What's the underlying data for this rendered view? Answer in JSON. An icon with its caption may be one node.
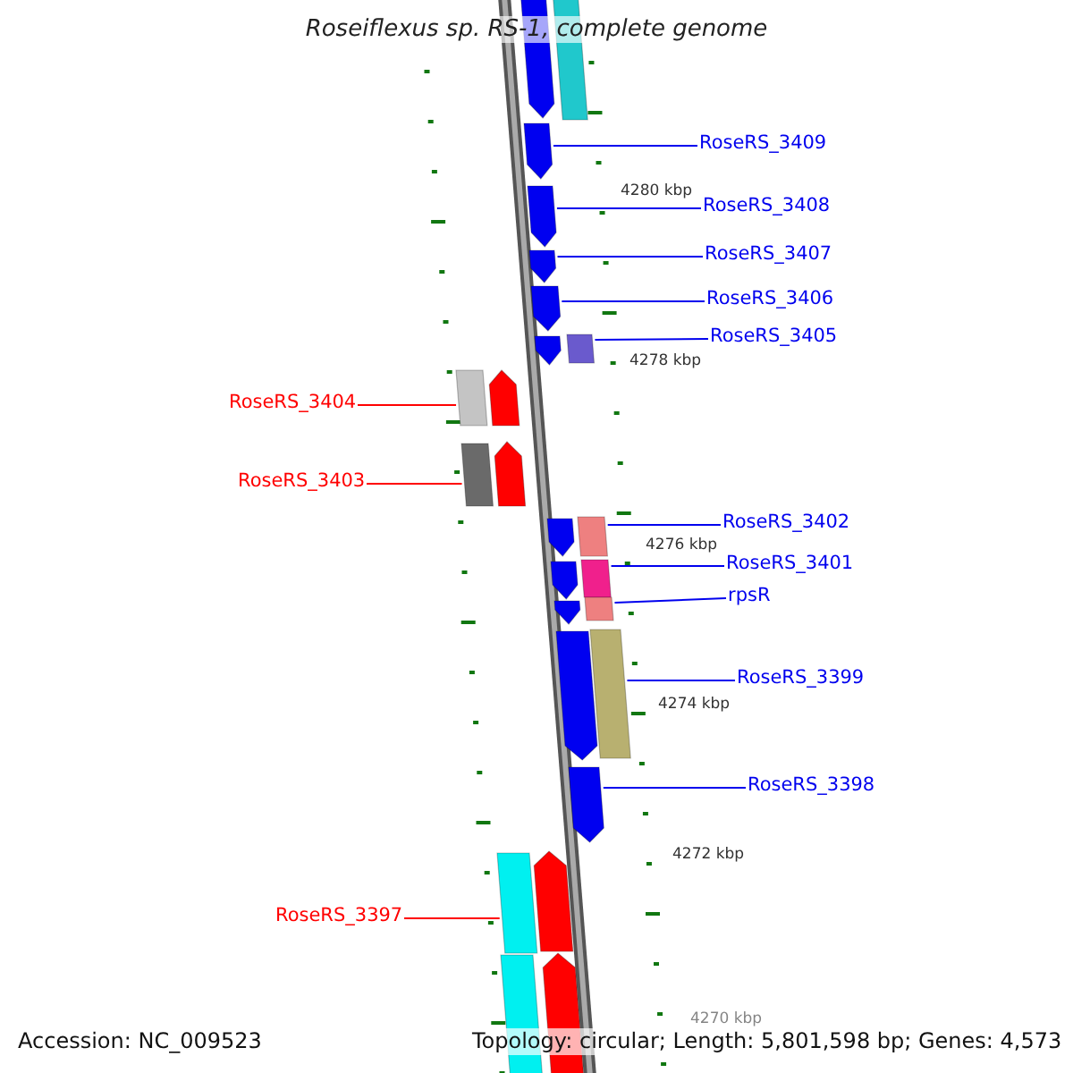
{
  "diagram": {
    "title": "Roseiflexus sp. RS-1, complete genome",
    "nodes": [
      {
        "text": [
          "RoseRS_3409"
        ]
      },
      {
        "text": [
          "RoseRS_3408"
        ]
      },
      {
        "text": [
          "RoseRS_3407"
        ]
      },
      {
        "text": [
          "RoseRS_3406"
        ]
      },
      {
        "text": [
          "RoseRS_3405"
        ]
      },
      {
        "text": [
          "RoseRS_3404"
        ]
      },
      {
        "text": [
          "RoseRS_3403"
        ]
      },
      {
        "text": [
          "RoseRS_3402"
        ]
      },
      {
        "text": [
          "RoseRS_3401"
        ]
      },
      {
        "text": [
          "rpsR"
        ]
      },
      {
        "text": [
          "RoseRS_3399"
        ]
      },
      {
        "text": [
          "RoseRS_3398"
        ]
      },
      {
        "text": [
          "RoseRS_3397"
        ]
      },
      {
        "text": [],
        "shape": "pentagon"
      },
      {
        "text": [],
        "shape": "box"
      },
      {
        "text": [],
        "shape": "pentagon"
      },
      {
        "text": [],
        "shape": "pentagon"
      },
      {
        "text": [],
        "shape": "pentagon"
      },
      {
        "text": [],
        "shape": "pentagon"
      },
      {
        "text": [],
        "shape": "box"
      },
      {
        "text": [],
        "shape": "pentagon"
      },
      {
        "text": [],
        "shape": "box"
      },
      {
        "text": [],
        "shape": "pentagon"
      },
      {
        "text": [],
        "shape": "pentagon"
      },
      {
        "text": [],
        "shape": "box"
      },
      {
        "text": [],
        "shape": "box"
      },
      {
        "text": [],
        "shape": "pentagon"
      },
      {
        "text": [],
        "shape": "box"
      },
      {
        "text": [],
        "shape": "pentagon"
      },
      {
        "text": [],
        "shape": "box"
      },
      {
        "text": [],
        "shape": "pentagon"
      },
      {
        "text": [],
        "shape": "box"
      },
      {
        "text": [],
        "shape": "pentagon"
      },
      {
        "text": [],
        "shape": "pentagon"
      },
      {
        "text": [],
        "shape": "pentagon"
      },
      {
        "text": [],
        "shape": "box"
      },
      {
        "text": [],
        "shape": "pentagon"
      },
      {
        "text": [],
        "shape": "box"
      }
    ],
    "edges": [
      {
        "from": 0,
        "to": 15,
        "arrow": "none"
      },
      {
        "from": 1,
        "to": 16,
        "arrow": "none"
      },
      {
        "from": 2,
        "to": 17,
        "arrow": "none"
      },
      {
        "from": 3,
        "to": 18,
        "arrow": "none"
      },
      {
        "from": 4,
        "to": 19,
        "arrow": "none"
      },
      {
        "from": 5,
        "to": 21,
        "arrow": "none",
        "color": "#ff0000"
      },
      {
        "from": 6,
        "to": 24,
        "arrow": "none",
        "color": "#ff0000"
      },
      {
        "from": 7,
        "to": 25,
        "arrow": "none"
      },
      {
        "from": 8,
        "to": 27,
        "arrow": "none"
      },
      {
        "from": 9,
        "to": 29,
        "arrow": "none"
      },
      {
        "from": 10,
        "to": 31,
        "arrow": "none"
      },
      {
        "from": 11,
        "to": 33,
        "arrow": "none"
      },
      {
        "from": 12,
        "to": 35,
        "arrow": "none",
        "color": "#ff0000"
      }
    ],
    "labels": [
      "4280 kbp",
      "4278 kbp",
      "4276 kbp",
      "4274 kbp",
      "4272 kbp",
      "4270 kbp",
      "Accession: NC_009523",
      "Topology: circular; Length: 5,801,598 bp; Genes: 4,573"
    ]
  }
}
